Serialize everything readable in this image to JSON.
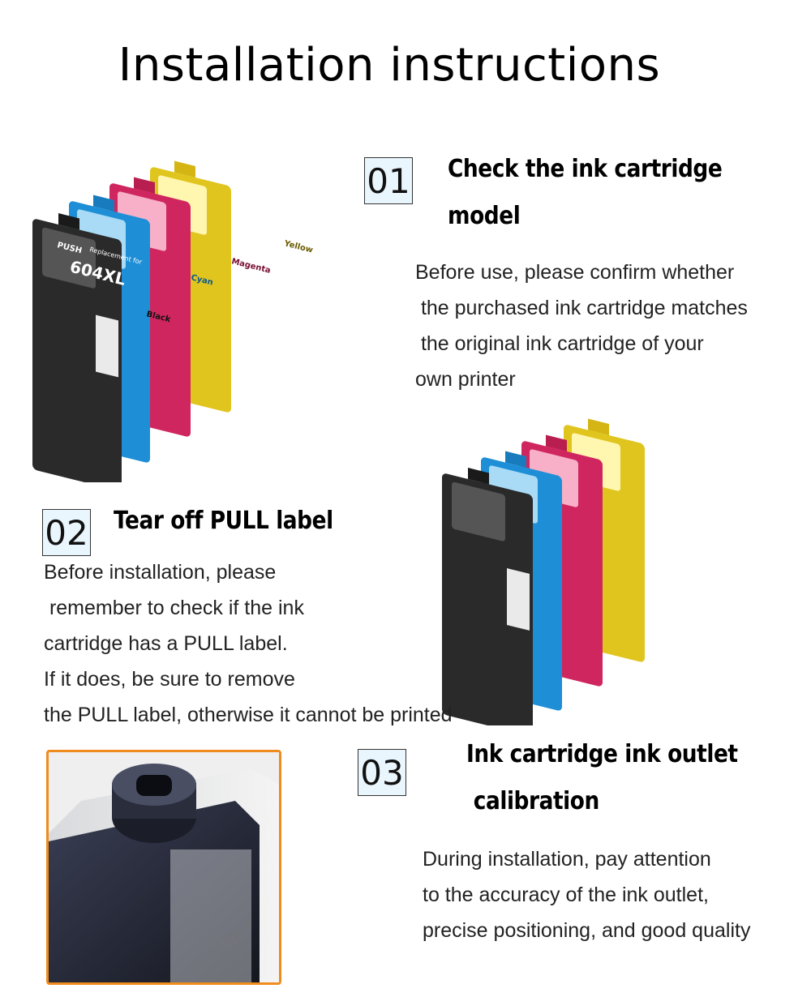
{
  "title": "Installation instructions",
  "steps": [
    {
      "number": "01",
      "title_lines": [
        "Check the ink cartridge",
        "model"
      ],
      "body_lines": [
        "Before use, please confirm whether",
        " the purchased ink cartridge matches",
        " the original ink cartridge of your",
        "own printer"
      ]
    },
    {
      "number": "02",
      "title_lines": [
        "Tear off PULL label"
      ],
      "body_lines": [
        "Before installation, please",
        " remember to check if the ink",
        "cartridge has a PULL label.",
        "If it does, be sure to remove",
        "the PULL label, otherwise it cannot be printed"
      ]
    },
    {
      "number": "03",
      "title_lines": [
        "Ink cartridge ink outlet",
        " calibration"
      ],
      "body_lines": [
        "During installation, pay attention",
        "to the accuracy of the ink outlet,",
        "precise positioning, and good quality"
      ]
    }
  ],
  "cartridge_labels": {
    "model": "604XL",
    "push": "PUSH",
    "replacement": "Replacement for",
    "colors": [
      "Black",
      "Cyan",
      "Magenta",
      "Yellow"
    ]
  },
  "colors": {
    "black": "#2a2a2a",
    "cyan": "#1e8fd6",
    "magenta": "#d0265f",
    "yellow": "#e0c51e",
    "frame_orange": "#f08c1e",
    "step_box_bg": "#eaf6fd"
  }
}
